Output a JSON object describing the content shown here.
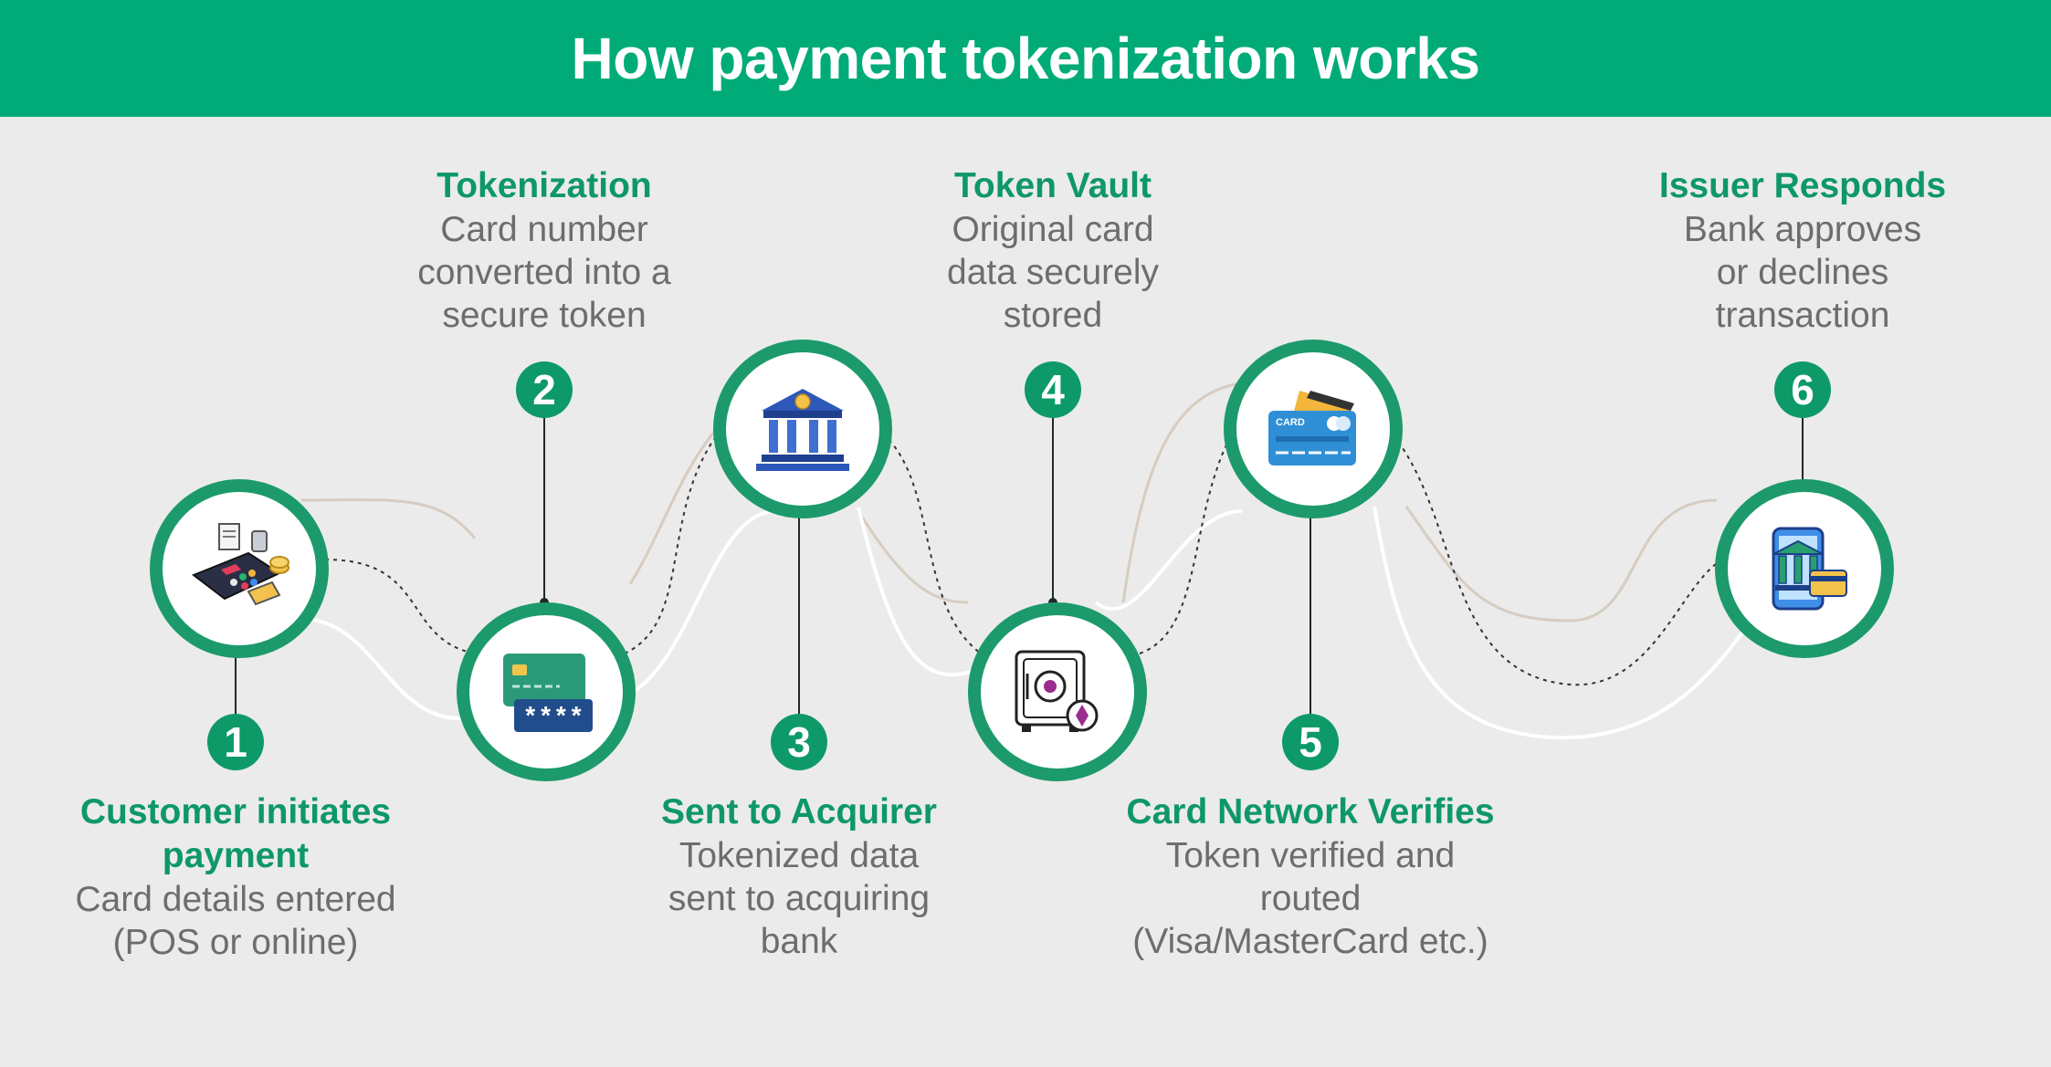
{
  "title": "How payment tokenization works",
  "colors": {
    "header_bg": "#00ab78",
    "accent_green": "#0d9a68",
    "ring_green": "#1c9a6c",
    "title_green": "#0e9867",
    "desc_gray": "#6d6d6d",
    "background": "#ebebeb"
  },
  "steps": [
    {
      "number": "1",
      "title_lines": [
        "Customer initiates",
        "payment"
      ],
      "desc_lines": [
        "Card details entered",
        "(POS or online)"
      ],
      "icon": "pos-terminal-icon"
    },
    {
      "number": "2",
      "title_lines": [
        "Tokenization"
      ],
      "desc_lines": [
        "Card number",
        "converted into a",
        "secure token"
      ],
      "icon": "credit-card-token-icon"
    },
    {
      "number": "3",
      "title_lines": [
        "Sent to Acquirer"
      ],
      "desc_lines": [
        "Tokenized data",
        "sent to acquiring",
        "bank"
      ],
      "icon": "bank-icon"
    },
    {
      "number": "4",
      "title_lines": [
        "Token Vault"
      ],
      "desc_lines": [
        "Original card",
        "data securely",
        "stored"
      ],
      "icon": "safe-vault-icon"
    },
    {
      "number": "5",
      "title_lines": [
        "Card Network Verifies"
      ],
      "desc_lines": [
        "Token verified and",
        "routed",
        "(Visa/MasterCard etc.)"
      ],
      "icon": "card-network-icon"
    },
    {
      "number": "6",
      "title_lines": [
        "Issuer Responds"
      ],
      "desc_lines": [
        "Bank approves",
        "or declines",
        "transaction"
      ],
      "icon": "mobile-bank-icon"
    }
  ],
  "icon_text": {
    "card_word": "CARD",
    "masked_digits": "****"
  }
}
